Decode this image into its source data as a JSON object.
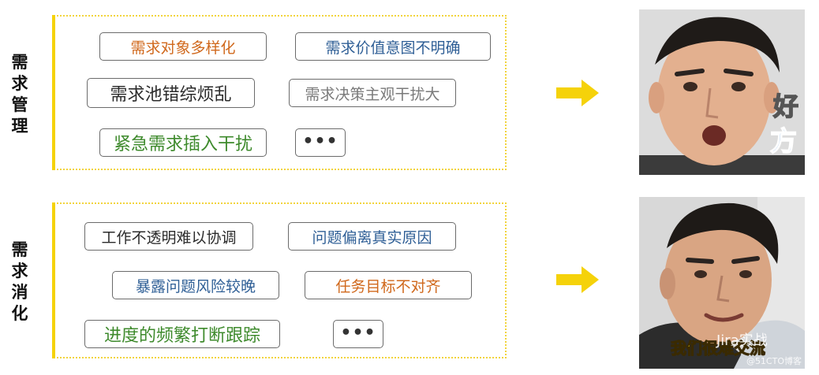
{
  "sections": [
    {
      "label_chars": [
        "需",
        "求",
        "管",
        "理"
      ],
      "tags": [
        {
          "text": "需求对象多样化"
        },
        {
          "text": "需求价值意图不明确"
        },
        {
          "text": "需求池错综烦乱"
        },
        {
          "text": "需求决策主观干扰大"
        },
        {
          "text": "紧急需求插入干扰"
        },
        {
          "text": "•••"
        }
      ]
    },
    {
      "label_chars": [
        "需",
        "求",
        "消",
        "化"
      ],
      "tags": [
        {
          "text": "工作不透明难以协调"
        },
        {
          "text": "问题偏离真实原因"
        },
        {
          "text": "暴露问题风险较晚"
        },
        {
          "text": "任务目标不对齐"
        },
        {
          "text": "进度的频繁打断跟踪"
        },
        {
          "text": "•••"
        }
      ]
    }
  ],
  "memes": {
    "top": {
      "caption_1": "好",
      "caption_2": "方"
    },
    "bottom": {
      "caption": "我们很难交流",
      "watermark": "Jira实战",
      "credit": "@51CTO博客"
    }
  },
  "colors": {
    "frame_border": "#f2d43d",
    "arrow": "#f5d20a",
    "orange": "#d0681c",
    "blue": "#2f5f96",
    "green": "#3e8a2c"
  }
}
